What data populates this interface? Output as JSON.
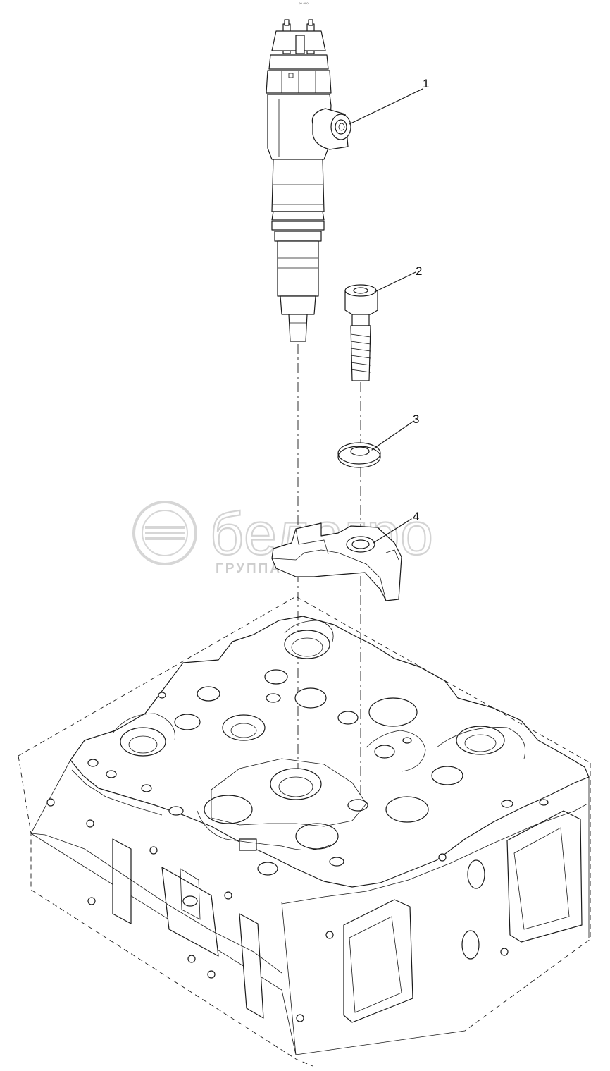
{
  "callouts": [
    {
      "id": "1",
      "label": "1"
    },
    {
      "id": "2",
      "label": "2"
    },
    {
      "id": "3",
      "label": "3"
    },
    {
      "id": "4",
      "label": "4"
    }
  ],
  "watermark": {
    "brand": "белагро",
    "subtitle": "ГРУППА КОМПАНИЙ"
  },
  "corner_mark": "⁰⁰ ⁰⁰⁰",
  "colors": {
    "line": "#1a1a1a",
    "watermark": "#cfcfcf",
    "background": "#ffffff"
  }
}
